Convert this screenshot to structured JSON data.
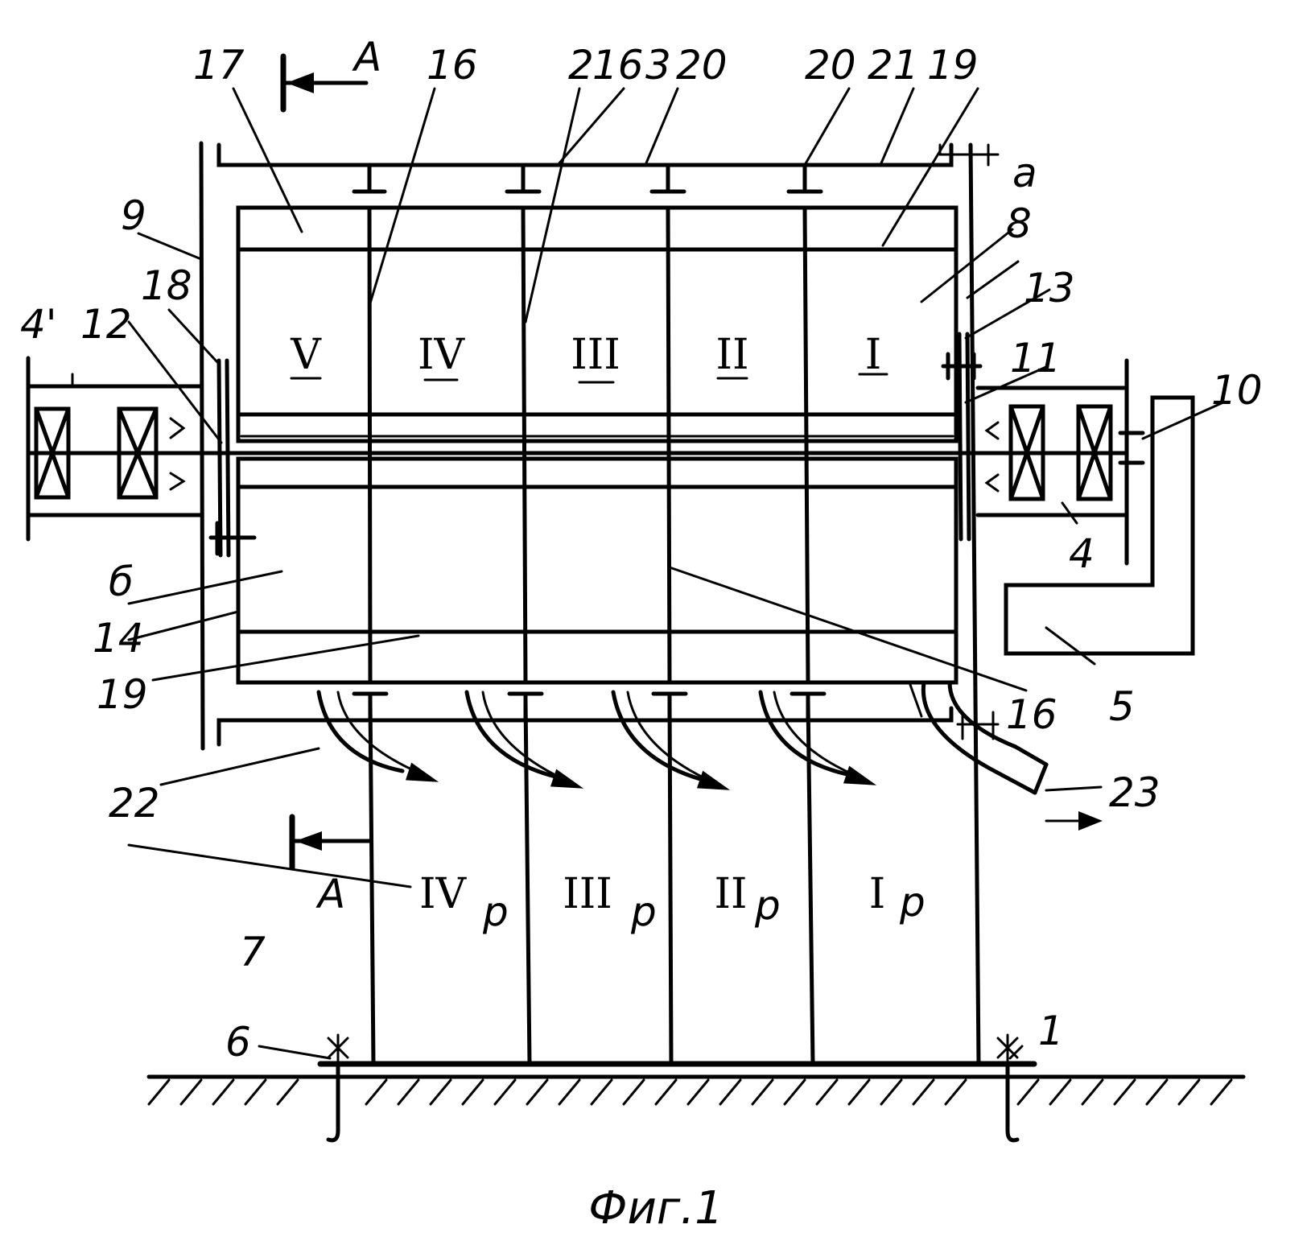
{
  "figure": {
    "caption": "Фиг.1",
    "section_labels": {
      "top": "A",
      "bottom": "A"
    },
    "chambers": [
      "V",
      "IV",
      "III",
      "II",
      "I"
    ],
    "lower_chambers": [
      "IV",
      "III",
      "II",
      "I"
    ],
    "lower_chamber_suffix": "p",
    "sub_letters": {
      "upper": "a",
      "lower": "б"
    },
    "part_numbers": {
      "n1": "1",
      "n2": "2",
      "n3": "3",
      "n4": "4",
      "n4p": "4'",
      "n5": "5",
      "n6": "6",
      "n7": "7",
      "n8": "8",
      "n9": "9",
      "n10": "10",
      "n11": "11",
      "n12": "12",
      "n13": "13",
      "n14": "14",
      "n16a": "16",
      "n16b": "16",
      "n16c": "16",
      "n17": "17",
      "n18": "18",
      "n19a": "19",
      "n19b": "19",
      "n20a": "20",
      "n20b": "20",
      "n21": "21",
      "n22": "22",
      "n23": "23"
    }
  }
}
